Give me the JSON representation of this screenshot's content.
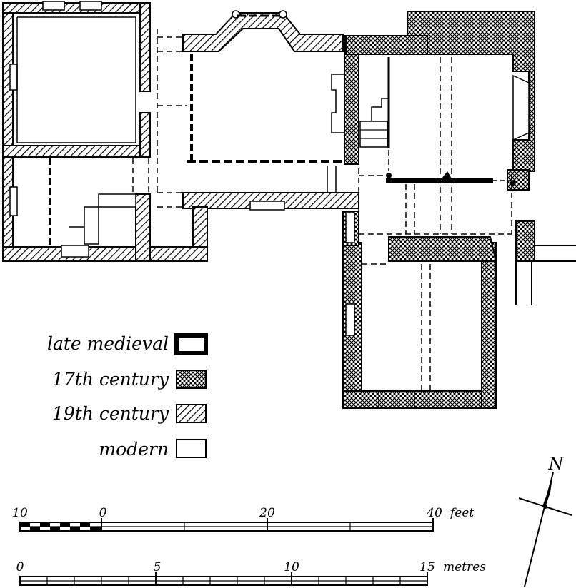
{
  "legend": {
    "items": [
      {
        "label": "late medieval",
        "pattern": "solid-black"
      },
      {
        "label": "17th century",
        "pattern": "crosshatch-dots"
      },
      {
        "label": "19th century",
        "pattern": "diagonal-hatch"
      },
      {
        "label": "modern",
        "pattern": "blank"
      }
    ]
  },
  "scale_feet": {
    "ticks": [
      "10",
      "0",
      "20",
      "40"
    ],
    "unit": "feet"
  },
  "scale_metres": {
    "ticks": [
      "0",
      "5",
      "10",
      "15"
    ],
    "unit": "metres"
  },
  "north_arrow": {
    "label": "N"
  },
  "colors": {
    "ink": "#000000",
    "paper": "#ffffff"
  }
}
